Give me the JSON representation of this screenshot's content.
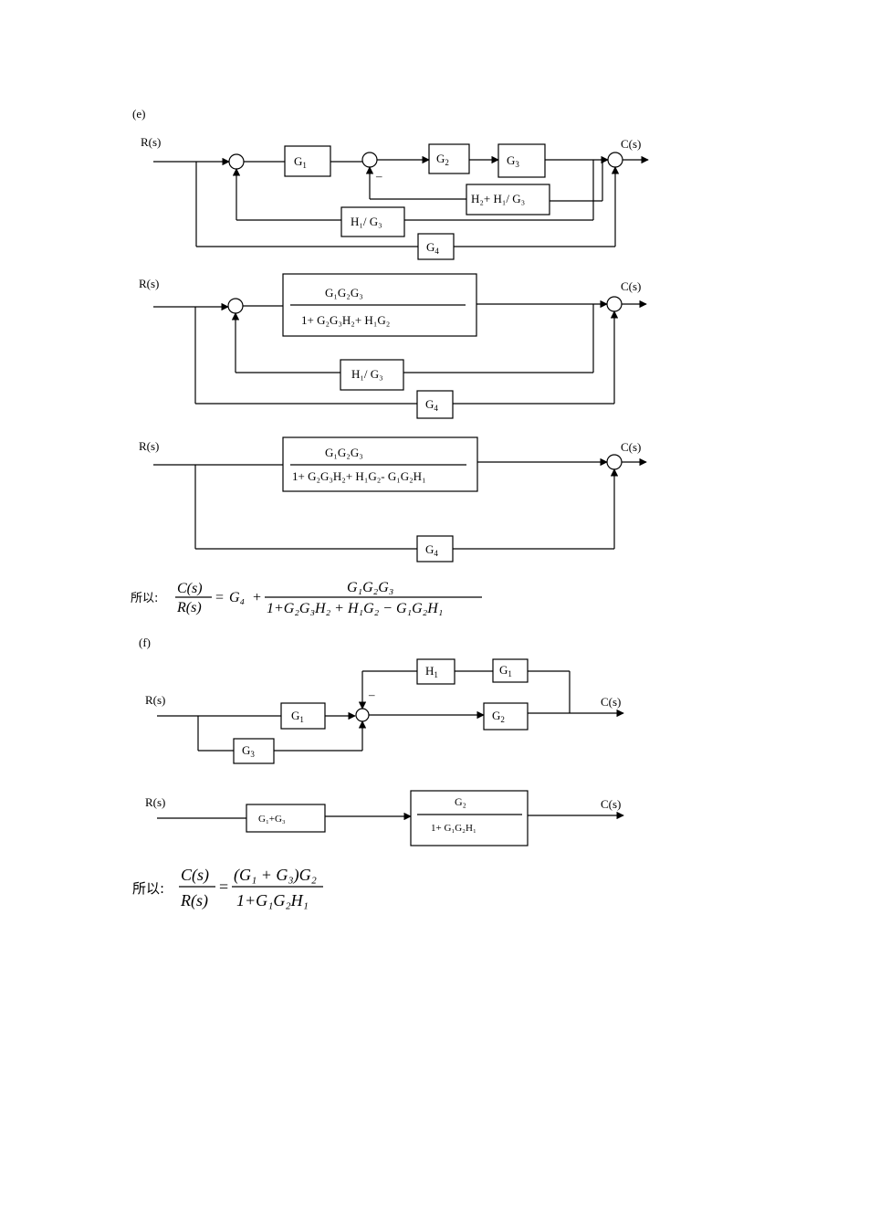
{
  "part_e": {
    "tag": "(e)",
    "diagram1": {
      "input": "R(s)",
      "output": "C(s)",
      "blocks": {
        "g1": [
          "G",
          "1"
        ],
        "g2": [
          "G",
          "2"
        ],
        "g3": [
          "G",
          "3"
        ],
        "feedback_inner": "H₂+ H₁/ G₃",
        "feedback_outer": "H₁/ G₃",
        "g4": [
          "G",
          "4"
        ]
      },
      "minus_sign": "–"
    },
    "diagram2": {
      "input": "R(s)",
      "output": "C(s)",
      "block_numerator": "G₁G₂G₃",
      "block_denominator": "1+ G₂G₃H₂+ H₁G₂",
      "feedback": "H₁/ G₃",
      "g4": [
        "G",
        "4"
      ]
    },
    "diagram3": {
      "input": "R(s)",
      "output": "C(s)",
      "block_numerator": "G₁G₂G₃",
      "block_denominator": "1+ G₂G₃H₂+ H₁G₂- G₁G₂H₁",
      "g4": [
        "G",
        "4"
      ]
    },
    "result": {
      "prefix": "所以:",
      "lhs_num": "C(s)",
      "lhs_den": "R(s)",
      "eq": "=",
      "term1": "G₄",
      "plus": "+",
      "rhs_num": "G₁G₂G₃",
      "rhs_den": "1+G₂G₃H₂ + H₁G₂ − G₁G₂H₁"
    }
  },
  "part_f": {
    "tag": "(f)",
    "diagram1": {
      "input": "R(s)",
      "output": "C(s)",
      "blocks": {
        "g1": [
          "G",
          "1"
        ],
        "g3": [
          "G",
          "3"
        ],
        "h1": [
          "H",
          "1"
        ],
        "g1_feedback": [
          "G",
          "1"
        ],
        "g2": [
          "G",
          "2"
        ]
      },
      "minus_sign": "–"
    },
    "diagram2": {
      "input": "R(s)",
      "output": "C(s)",
      "block_sum": "G₁+G₃",
      "block_numerator": "G₂",
      "block_denominator": "1+ G₁G₂H₁"
    },
    "result": {
      "prefix": "所以:",
      "lhs_num": "C(s)",
      "lhs_den": "R(s)",
      "eq": "=",
      "rhs_num": "(G₁ + G₃)G₂",
      "rhs_den": "1+G₁G₂H₁"
    }
  }
}
